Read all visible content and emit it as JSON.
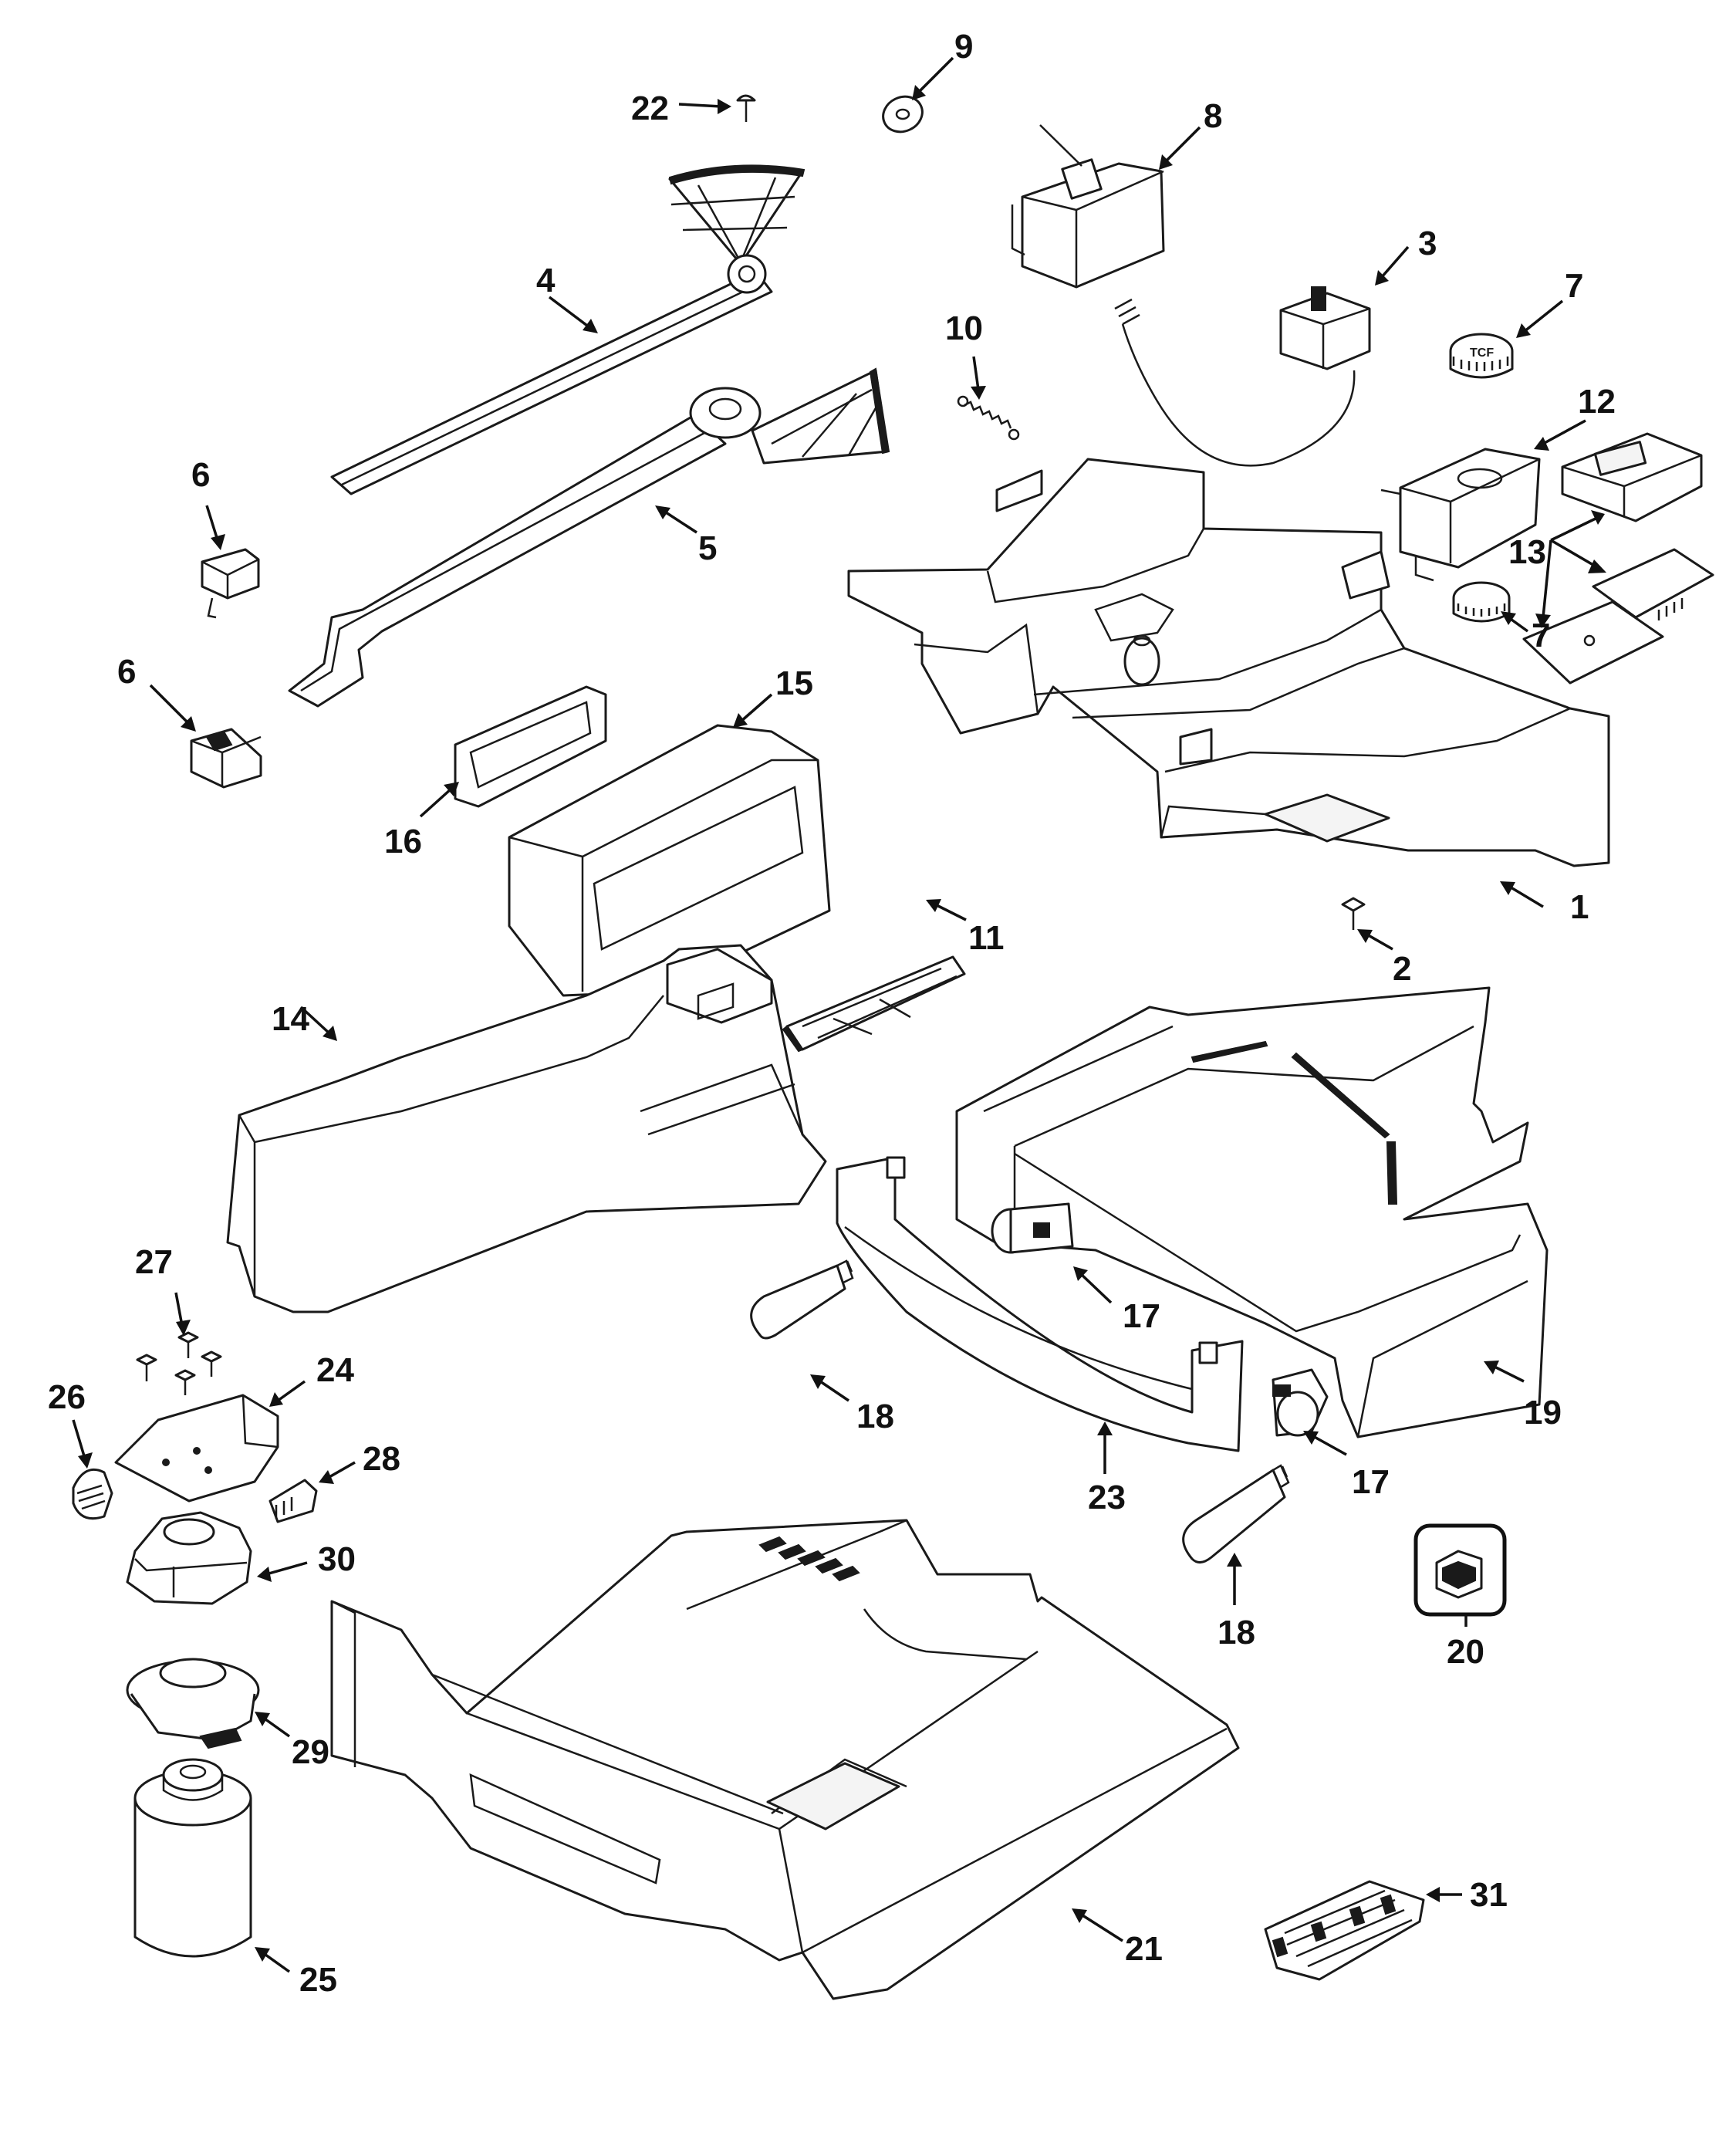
{
  "callouts": [
    {
      "id": "c1",
      "label": "1"
    },
    {
      "id": "c2",
      "label": "2"
    },
    {
      "id": "c3",
      "label": "3"
    },
    {
      "id": "c4",
      "label": "4"
    },
    {
      "id": "c5",
      "label": "5"
    },
    {
      "id": "c6a",
      "label": "6"
    },
    {
      "id": "c6b",
      "label": "6"
    },
    {
      "id": "c7a",
      "label": "7"
    },
    {
      "id": "c7b",
      "label": "7"
    },
    {
      "id": "c8",
      "label": "8"
    },
    {
      "id": "c9",
      "label": "9"
    },
    {
      "id": "c10",
      "label": "10"
    },
    {
      "id": "c11",
      "label": "11"
    },
    {
      "id": "c12",
      "label": "12"
    },
    {
      "id": "c13",
      "label": "13"
    },
    {
      "id": "c14",
      "label": "14"
    },
    {
      "id": "c15",
      "label": "15"
    },
    {
      "id": "c16",
      "label": "16"
    },
    {
      "id": "c17a",
      "label": "17"
    },
    {
      "id": "c17b",
      "label": "17"
    },
    {
      "id": "c18a",
      "label": "18"
    },
    {
      "id": "c18b",
      "label": "18"
    },
    {
      "id": "c19",
      "label": "19"
    },
    {
      "id": "c20",
      "label": "20"
    },
    {
      "id": "c21",
      "label": "21"
    },
    {
      "id": "c22",
      "label": "22"
    },
    {
      "id": "c23",
      "label": "23"
    },
    {
      "id": "c24",
      "label": "24"
    },
    {
      "id": "c25",
      "label": "25"
    },
    {
      "id": "c26",
      "label": "26"
    },
    {
      "id": "c27",
      "label": "27"
    },
    {
      "id": "c28",
      "label": "28"
    },
    {
      "id": "c29",
      "label": "29"
    },
    {
      "id": "c30",
      "label": "30"
    },
    {
      "id": "c31",
      "label": "31"
    }
  ],
  "colors": {
    "line": "#1a1a1a",
    "background": "#ffffff"
  }
}
